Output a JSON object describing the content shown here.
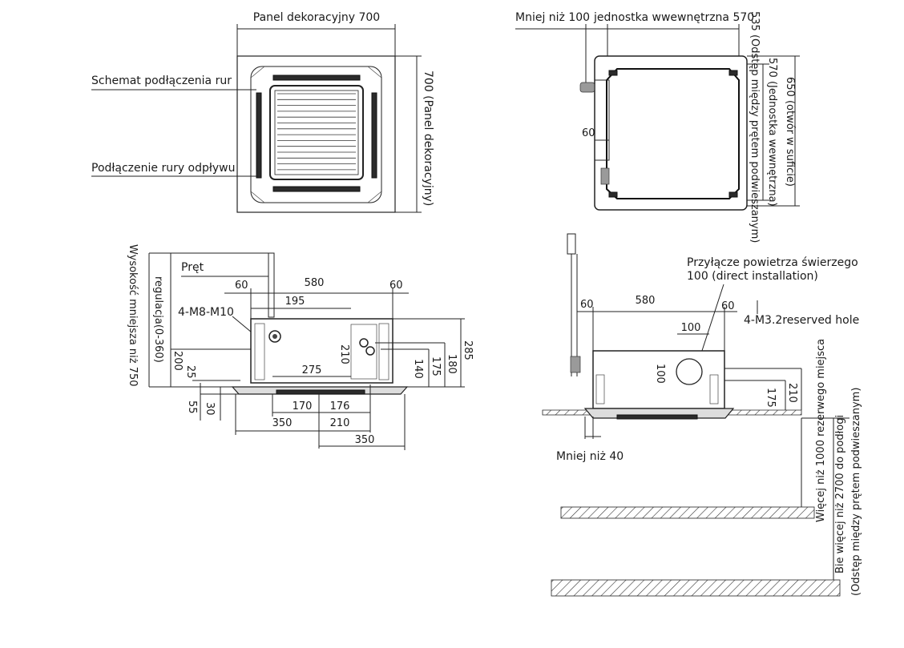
{
  "top_view": {
    "panel_label": "Panel dekoracyjny 700",
    "panel_side_label": "700 (Panel dekoracyjny)",
    "pipe_connection_label": "Schemat podłączenia rur",
    "drain_connection_label": "Podłączenie rury odpływu"
  },
  "side_top_view": {
    "clearance_label": "Mniej niż 100",
    "unit_label": "jednostka wwewnętrzna 570",
    "rod_spacing_label": "535 (Odstęp między prętem podwieszanym)",
    "unit_side_label": "570 (Jednostka wewnętrzna)",
    "ceiling_hole_label": "650 (otwór w suficie)",
    "dim_60": "60"
  },
  "front_view": {
    "height_label": "Wysokość mniejsza niż 750",
    "regulation_label": "regulacja(0-360)",
    "rod_label": "Pręt",
    "bolt_label": "4-M8-M10",
    "dims": {
      "d60_left": "60",
      "d580": "580",
      "d60_right": "60",
      "d195": "195",
      "d200": "200",
      "d25": "25",
      "d275": "275",
      "d210": "210",
      "d140": "140",
      "d175": "175",
      "d180": "180",
      "d285": "285",
      "d55": "55",
      "d30": "30",
      "d170": "170",
      "d176": "176",
      "d350a": "350",
      "d210b": "210",
      "d350b": "350"
    }
  },
  "right_front_view": {
    "fresh_air_label_1": "Przyłącze powietrza świerzego",
    "fresh_air_label_2": "100 (direct installation)",
    "reserved_hole_label": "4-M3.2reserved hole",
    "less_40_label": "Mniej niż 40",
    "reserve_label": "Więcej niż 1000 rezerwego miejsca",
    "floor_label_1": "Bie więcej niż 2700 do podłogi",
    "floor_label_2": "(Odstęp między prętem podwieszanym)",
    "dims": {
      "d60_left": "60",
      "d580": "580",
      "d60_right": "60",
      "d100_h": "100",
      "d100_v": "100",
      "d175": "175",
      "d210": "210"
    }
  }
}
